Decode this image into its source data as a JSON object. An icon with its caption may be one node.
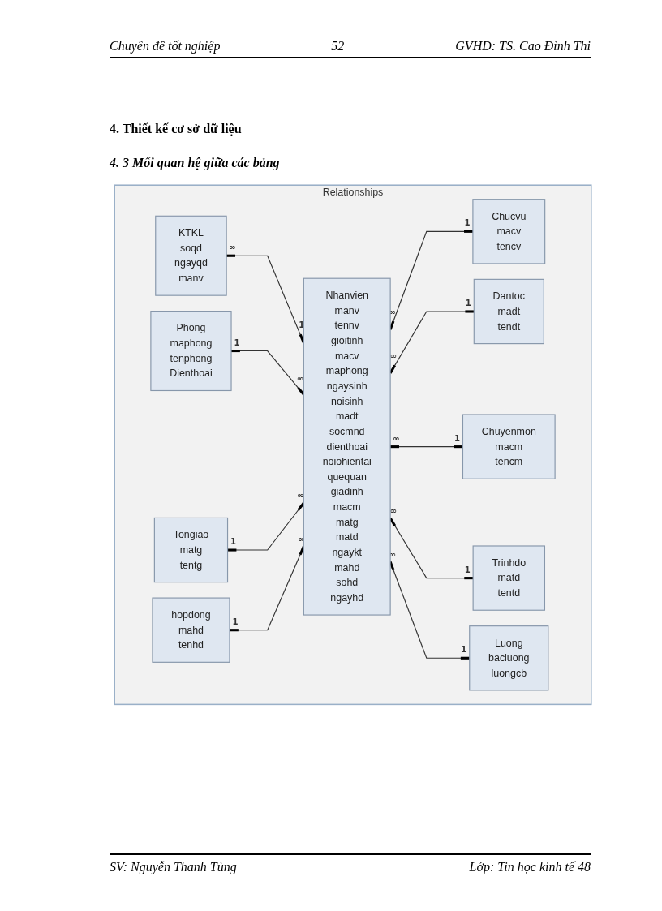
{
  "diagram": {
    "title": "4. Thiết kế cơ sở dữ liệu",
    "nodes": [
      {
        "text": [
          "Relationships"
        ]
      },
      {
        "text": [
          "KTKL",
          "soqd",
          "ngayqd",
          "manv"
        ],
        "in": 0
      },
      {
        "text": [
          "Phong",
          "maphong",
          "tenphong",
          "Dienthoai"
        ],
        "in": 0
      },
      {
        "text": [
          "Tongiao",
          "matg",
          "tentg"
        ],
        "in": 0
      },
      {
        "text": [
          "hopdong",
          "mahd",
          "tenhd"
        ],
        "in": 0
      },
      {
        "text": [
          "Nhanvien",
          "manv",
          "tennv",
          "gioitinh",
          "macv",
          "maphong",
          "ngaysinh",
          "noisinh",
          "madt",
          "socmnd",
          "dienthoai",
          "noiohientai",
          "quequan",
          "giadinh",
          "macm",
          "matg",
          "matd",
          "ngaykt",
          "mahd",
          "sohd",
          "ngayhd"
        ],
        "in": 0
      },
      {
        "text": [
          "Chucvu",
          "macv",
          "tencv"
        ],
        "in": 0
      },
      {
        "text": [
          "Dantoc",
          "madt",
          "tendt"
        ],
        "in": 0
      },
      {
        "text": [
          "Chuyenmon",
          "macm",
          "tencm"
        ],
        "in": 0
      },
      {
        "text": [
          "Trinhdo",
          "matd",
          "tentd"
        ],
        "in": 0
      },
      {
        "text": [
          "Luong",
          "bacluong",
          "luongcb"
        ],
        "in": 0
      }
    ],
    "edges": [
      {
        "from": 1,
        "to": 5,
        "arrow": "other"
      },
      {
        "from": 2,
        "to": 5,
        "arrow": "other"
      },
      {
        "from": 3,
        "to": 5,
        "arrow": "other"
      },
      {
        "from": 4,
        "to": 5,
        "arrow": "other"
      },
      {
        "from": 5,
        "to": 6,
        "arrow": "other"
      },
      {
        "from": 5,
        "to": 7,
        "arrow": "other"
      },
      {
        "from": 5,
        "to": 8,
        "arrow": "other"
      },
      {
        "from": 5,
        "to": 9,
        "arrow": "other"
      },
      {
        "from": 5,
        "to": 10,
        "arrow": "other"
      }
    ],
    "labels": [
      "Chuyên đề tốt nghiệp",
      "52",
      "GVHD: TS. Cao Đình Thi",
      "4. 3 Mối quan hệ giữa các bảng",
      "∞",
      "1",
      "1",
      "∞",
      "1",
      "∞",
      "1",
      "∞",
      "∞",
      "1",
      "∞",
      "1",
      "∞",
      "1",
      "∞",
      "1",
      "∞",
      "1",
      "SV: Nguyễn Thanh Tùng",
      "Lớp: Tin học kinh tế 48"
    ]
  }
}
